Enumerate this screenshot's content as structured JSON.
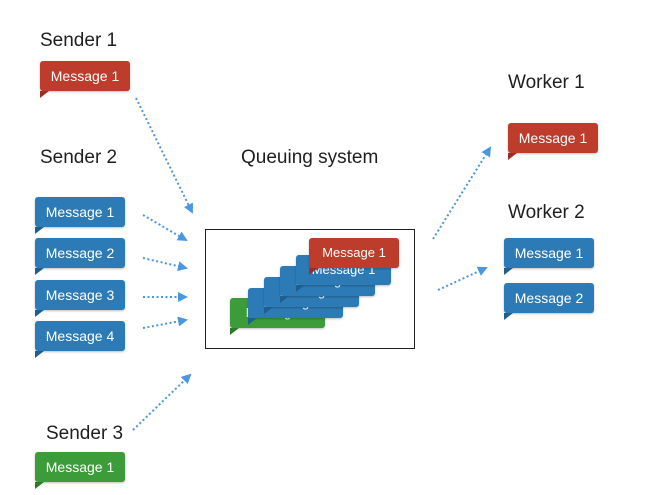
{
  "colors": {
    "red": "#be3c2b",
    "blue": "#2d7bb6",
    "green": "#3d9c3a",
    "arrow": "#4a97e0"
  },
  "senders": [
    {
      "label": "Sender 1",
      "messages": [
        "Message 1"
      ],
      "color": "red"
    },
    {
      "label": "Sender 2",
      "messages": [
        "Message 1",
        "Message 2",
        "Message 3",
        "Message 4"
      ],
      "color": "blue"
    },
    {
      "label": "Sender 3",
      "messages": [
        "Message 1"
      ],
      "color": "green"
    }
  ],
  "queue": {
    "label": "Queuing system",
    "stack": [
      {
        "text": "Message 1",
        "color": "green"
      },
      {
        "text": "Message 1",
        "color": "blue"
      },
      {
        "text": "Message 3",
        "color": "blue"
      },
      {
        "text": "Message 2",
        "color": "blue"
      },
      {
        "text": "Message 1",
        "color": "blue"
      },
      {
        "text": "Message 1",
        "color": "red"
      }
    ]
  },
  "workers": [
    {
      "label": "Worker 1",
      "messages": [
        "Message 1"
      ],
      "color": "red"
    },
    {
      "label": "Worker 2",
      "messages": [
        "Message 1",
        "Message 2"
      ],
      "color": "blue"
    }
  ]
}
